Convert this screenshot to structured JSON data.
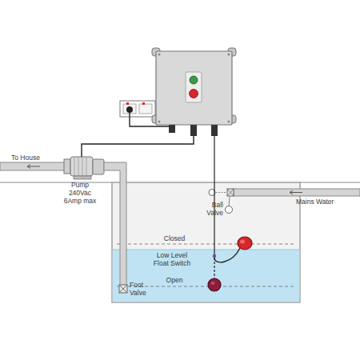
{
  "diagram": {
    "labels": [
      "To House",
      "Pump 240Vac 6Amp max",
      "Mains Water",
      "Ball Valve",
      "Closed",
      "Low Level Float Switch",
      "Open",
      "Foot Valve"
    ]
  }
}
